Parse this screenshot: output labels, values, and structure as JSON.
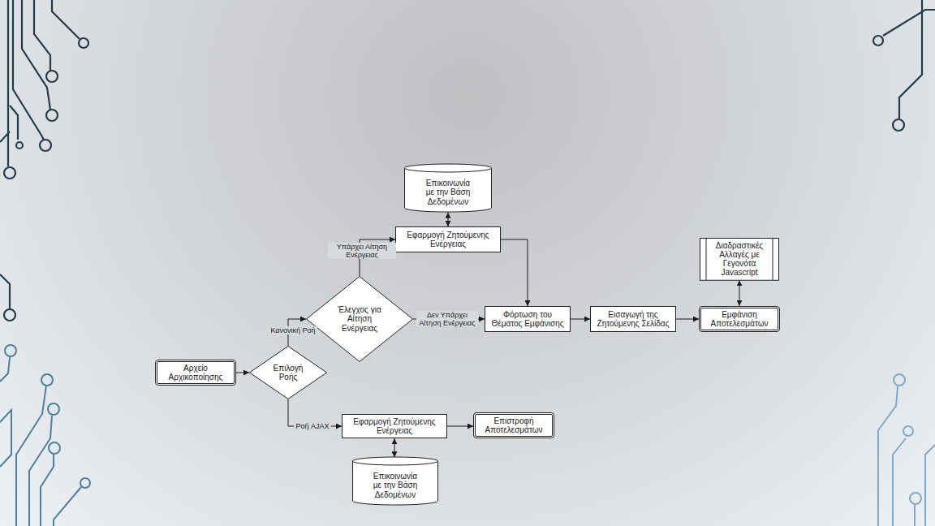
{
  "diagram": {
    "nodes": [
      {
        "text": [
          "Αρχείο Αρχικοποίησης"
        ]
      },
      {
        "text": [
          "Επιλογή Ροής"
        ]
      },
      {
        "text": [
          "Έλεγχος για Αίτηση Ενέργειας"
        ]
      },
      {
        "text": [
          "Επικοινωνία με την Βάση Δεδομένων"
        ]
      },
      {
        "text": [
          "Εφαρμογή Ζητούμενης Ενέργειας"
        ]
      },
      {
        "text": [
          "Φόρτωση του Θέματος Εμφάνισης"
        ]
      },
      {
        "text": [
          "Εισαγωγή της Ζητούμενης Σελίδας"
        ]
      },
      {
        "text": [
          "Διαδραστικές Αλλαγές με Γεγονότα Javascript"
        ]
      },
      {
        "text": [
          "Εμφάνιση Αποτελεσμάτων"
        ]
      },
      {
        "text": [
          "Εφαρμογή Ζητούμενης Ενέργειας"
        ]
      },
      {
        "text": [
          "Επιστροφή Αποτελεσμάτων"
        ]
      },
      {
        "text": [
          "Επικοινωνία με την Βάση Δεδομένων"
        ]
      }
    ],
    "edges": [
      {
        "from": 0,
        "to": 1,
        "arrow": "to"
      },
      {
        "from": 1,
        "to": 2,
        "label": "Κανονική Ροή",
        "arrow": "to"
      },
      {
        "from": 1,
        "to": 9,
        "label": "Ροή AJAX",
        "arrow": "to"
      },
      {
        "from": 2,
        "to": 4,
        "label": "Υπάρχει Αίτηση Ενέργειας",
        "arrow": "to"
      },
      {
        "from": 2,
        "to": 5,
        "label": "Δεν Υπάρχει Αίτηση Ενέργειας",
        "arrow": "to"
      },
      {
        "from": 4,
        "to": 3,
        "arrow": "both"
      },
      {
        "from": 4,
        "to": 5,
        "arrow": "to"
      },
      {
        "from": 5,
        "to": 6,
        "arrow": "to"
      },
      {
        "from": 6,
        "to": 8,
        "arrow": "to"
      },
      {
        "from": 8,
        "to": 7,
        "arrow": "both"
      },
      {
        "from": 9,
        "to": 10,
        "arrow": "to"
      },
      {
        "from": 9,
        "to": 11,
        "arrow": "both"
      }
    ]
  }
}
